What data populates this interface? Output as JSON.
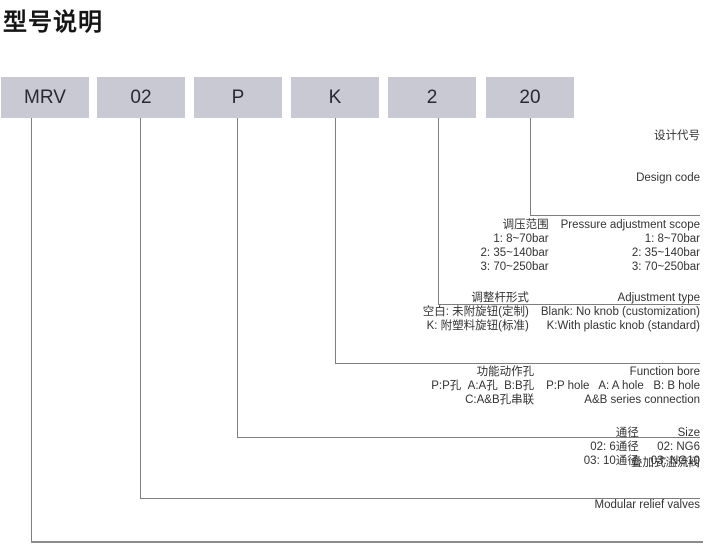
{
  "title": "型号说明",
  "model_boxes": [
    "MRV",
    "02",
    "P",
    "K",
    "2",
    "20"
  ],
  "sections": {
    "design_code": {
      "cn": "设计代号",
      "en": "Design code"
    },
    "pressure": {
      "header": {
        "cn": "调压范围",
        "en": "Pressure adjustment scope"
      },
      "rows": [
        {
          "cn": "1: 8~70bar",
          "en": "1: 8~70bar"
        },
        {
          "cn": "2: 35~140bar",
          "en": "2: 35~140bar"
        },
        {
          "cn": "3: 70~250bar",
          "en": "3: 70~250bar"
        }
      ]
    },
    "adjustment": {
      "header": {
        "cn": "调整杆形式",
        "en": "Adjustment type"
      },
      "rows": [
        {
          "cn": "空白: 未附旋钮(定制)",
          "en": "Blank: No knob (customization)"
        },
        {
          "cn": "K: 附塑料旋钮(标准)",
          "en": "K:With plastic knob (standard)"
        }
      ]
    },
    "function_bore": {
      "header": {
        "cn": "功能动作孔",
        "en": "Function bore"
      },
      "rows": [
        {
          "cn": "P:P孔  A:A孔  B:B孔",
          "en": "P:P hole   A: A hole   B: B hole"
        },
        {
          "cn": "C:A&B孔串联",
          "en": "A&B series connection"
        }
      ]
    },
    "size": {
      "header": {
        "cn": "通径",
        "en": "Size"
      },
      "rows": [
        {
          "cn": "02: 6通径",
          "en": "02: NG6"
        },
        {
          "cn": "03: 10通径",
          "en": "03: NG10"
        }
      ]
    },
    "product": {
      "cn": "叠加式溢流阀",
      "en": "Modular relief valves"
    }
  },
  "colors": {
    "box_fill": "#c8c9d3",
    "connector_line": "#7e7e7e",
    "text": "#333333"
  }
}
